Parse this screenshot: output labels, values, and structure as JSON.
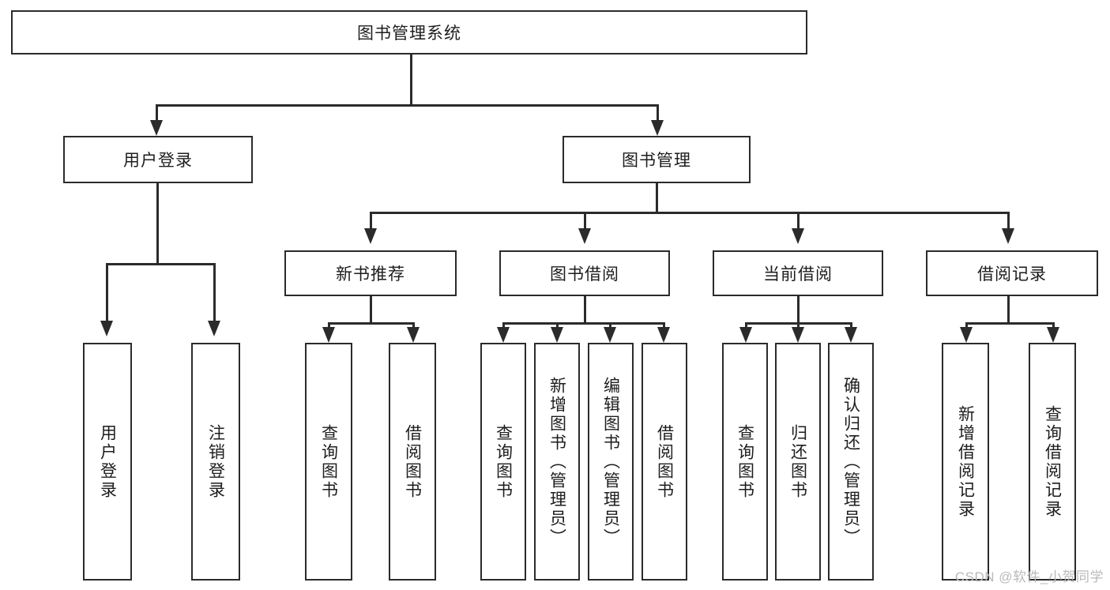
{
  "diagram": {
    "type": "tree",
    "title": "图书管理系统",
    "root": {
      "label": "图书管理系统"
    },
    "level2": [
      {
        "label": "用户登录"
      },
      {
        "label": "图书管理"
      }
    ],
    "level3": [
      {
        "label": "新书推荐"
      },
      {
        "label": "图书借阅"
      },
      {
        "label": "当前借阅"
      },
      {
        "label": "借阅记录"
      }
    ],
    "leaves": {
      "user_login": [
        {
          "label": "用户登录"
        },
        {
          "label": "注销登录"
        }
      ],
      "new_book": [
        {
          "label": "查询图书"
        },
        {
          "label": "借阅图书"
        }
      ],
      "book_borrow": [
        {
          "label": "查询图书"
        },
        {
          "label": "新增图书（管理员）"
        },
        {
          "label": "编辑图书（管理员）"
        },
        {
          "label": "借阅图书"
        }
      ],
      "current_borrow": [
        {
          "label": "查询图书"
        },
        {
          "label": "归还图书"
        },
        {
          "label": "确认归还（管理员）"
        }
      ],
      "borrow_record": [
        {
          "label": "新增借阅记录"
        },
        {
          "label": "查询借阅记录"
        }
      ]
    }
  },
  "watermark": {
    "text": "CSDN @软件_小贺同学"
  },
  "colors": {
    "stroke": "#2b2b2b",
    "text": "#1d1d1d",
    "background": "#ffffff",
    "watermark": "#b9b9b9"
  }
}
